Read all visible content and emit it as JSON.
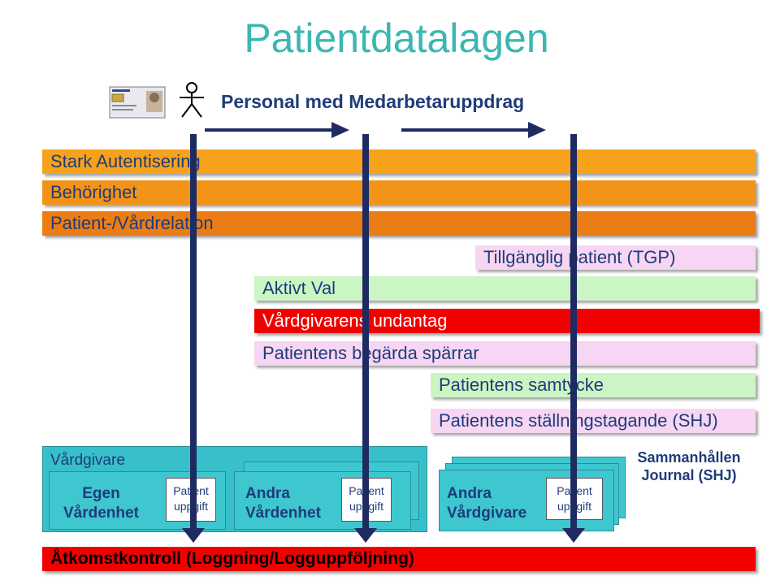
{
  "title": "Patientdatalagen",
  "subtitle": "Personal med Medarbetaruppdrag",
  "bars": {
    "stark": "Stark Autentisering",
    "behorighet": "Behörighet",
    "relation": "Patient-/Vårdrelation",
    "tgp": "Tillgänglig patient (TGP)",
    "aktivt_val": "Aktivt Val",
    "undantag": "Vårdgivarens undantag",
    "sparrar": "Patientens begärda spärrar",
    "samtycke": "Patientens samtycke",
    "stallning": "Patientens ställningstagande (SHJ)",
    "atkomst": "Åtkomstkontroll (Loggning/Logguppföljning)"
  },
  "units": {
    "vardgivare": "Vårdgivare",
    "egen_line1": "Egen",
    "egen_line2": "Vårdenhet",
    "andra_enhet_line1": "Andra",
    "andra_enhet_line2": "Vårdenhet",
    "andra_vg_line1": "Andra",
    "andra_vg_line2": "Vårdgivare",
    "doc_line1": "Patient",
    "doc_line2": "uppgift",
    "shj_line1": "Sammanhållen",
    "shj_line2": "Journal (SHJ)"
  },
  "colors": {
    "title": "#3cb7b1",
    "text": "#1f3b7a",
    "orange_light": "#f7a21b",
    "orange": "#f39318",
    "orange_dark": "#ec7c14",
    "green_light": "#ccf5c4",
    "red": "#f20000",
    "pink": "#f6d6f2",
    "teal": "#37c0c9",
    "line": "#1e2b63"
  },
  "icons": [
    "id-card-icon",
    "person-icon"
  ]
}
